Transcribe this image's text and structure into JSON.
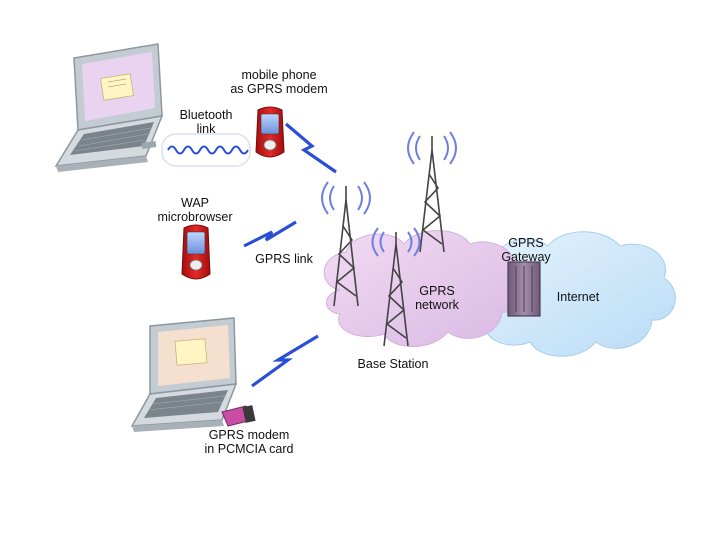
{
  "labels": {
    "mobile_phone_modem": [
      "mobile phone",
      "as GPRS modem"
    ],
    "bluetooth": [
      "Bluetooth",
      "link"
    ],
    "wap": [
      "WAP",
      "microbrowser"
    ],
    "gprs_link": "GPRS link",
    "gprs_network": [
      "GPRS",
      "network"
    ],
    "gprs_gateway": [
      "GPRS",
      "Gateway"
    ],
    "internet": "Internet",
    "base_station": "Base Station",
    "gprs_modem_card": [
      "GPRS modem",
      "in PCMCIA card"
    ]
  },
  "colors": {
    "link_blue": "#2a4fd6",
    "network_cloud": "#e6c8ec",
    "internet_cloud": "#cfe8fb",
    "phone_red": "#d41a1a",
    "gateway": "#8b6f93",
    "laptop_body": "#c5cdd3"
  },
  "icons": [
    "laptop-icon",
    "mobile-phone-icon",
    "antenna-tower-icon",
    "gateway-server-icon",
    "pcmcia-card-icon",
    "cloud-icon"
  ]
}
